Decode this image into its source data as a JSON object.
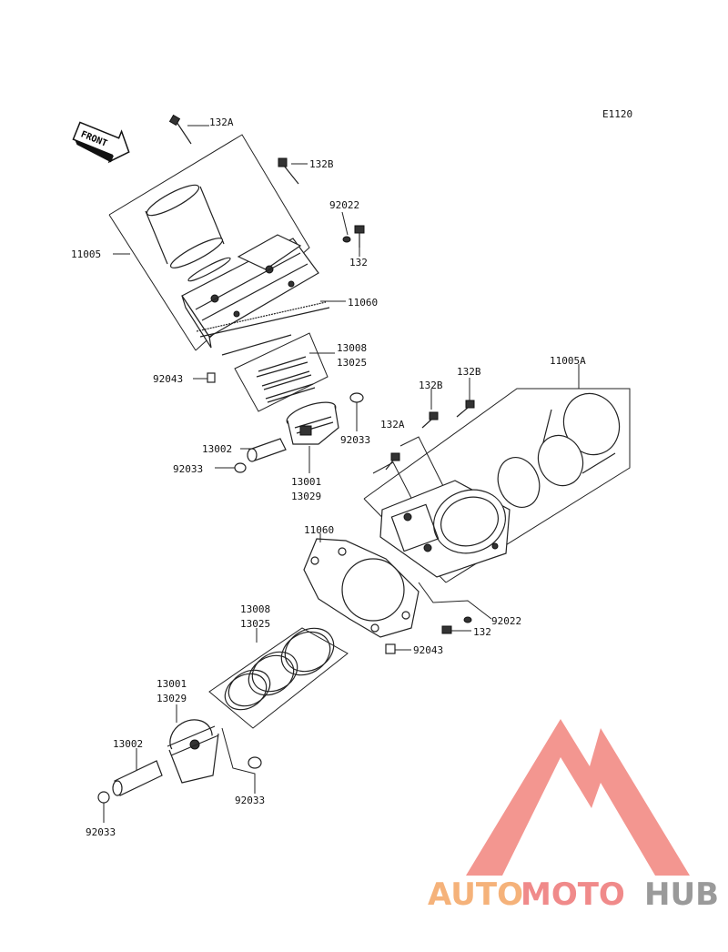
{
  "diagram": {
    "code": "E1120",
    "front_label": "FRONT",
    "labels": {
      "a_132A": "132A",
      "a_132B": "132B",
      "a_92022": "92022",
      "a_132": "132",
      "a_11005": "11005",
      "a_11060": "11060",
      "a_13008": "13008",
      "a_13025": "13025",
      "a_92043": "92043",
      "a_92033": "92033",
      "a_13002": "13002",
      "a_92033b": "92033",
      "a_13001": "13001",
      "a_13029": "13029",
      "b_132B": "132B",
      "b_11005A": "11005A",
      "b_132B2": "132B",
      "b_132A": "132A",
      "b_11060": "11060",
      "b_92022": "92022",
      "b_132": "132",
      "b_92043": "92043",
      "b_13008": "13008",
      "b_13025": "13025",
      "b_13001": "13001",
      "b_13029": "13029",
      "b_13002": "13002",
      "b_92033": "92033",
      "b_92033b": "92033"
    }
  },
  "watermark": {
    "auto": "AUTO",
    "moto": "MOTO",
    "hub": "HUB",
    "colors": {
      "auto": "#f5b27a",
      "moto": "#f08a8a",
      "hub": "#9a9a9a",
      "logo": "#f28b85"
    }
  }
}
